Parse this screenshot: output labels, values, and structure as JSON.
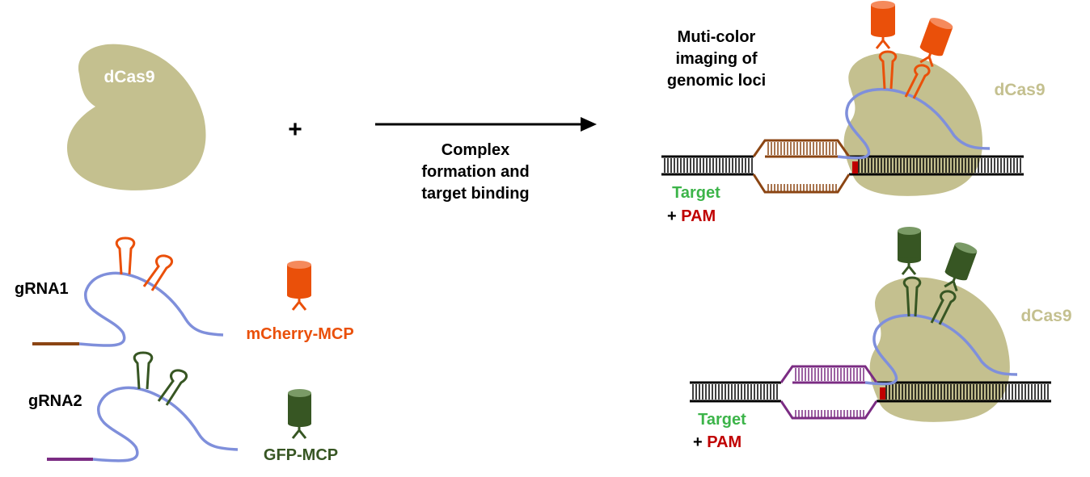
{
  "labels": {
    "dcas9_free": "dCas9",
    "plus_sign": "+",
    "process_line1": "Complex",
    "process_line2": "formation and",
    "process_line3": "target binding",
    "title_line1": "Muti-color",
    "title_line2": "imaging of",
    "title_line3": "genomic loci",
    "dcas9_complex_top": "dCas9",
    "dcas9_complex_bottom": "dCas9",
    "grna1": "gRNA1",
    "grna2": "gRNA2",
    "mcherry_mcp": "mCherry-MCP",
    "gfp_mcp": "GFP-MCP",
    "target_top": "Target",
    "pam_prefix_top": "+ ",
    "pam_top": "PAM",
    "target_bottom": "Target",
    "pam_prefix_bottom": "+ ",
    "pam_bottom": "PAM"
  },
  "colors": {
    "dcas9": "#c4c08f",
    "dcas9_text": "#c4c08f",
    "grna_scaffold": "#7f8fdb",
    "mcherry": "#ea500a",
    "mcherry_top": "#f58a5c",
    "gfp": "#375623",
    "gfp_top": "#7a9a66",
    "spacer_grna1": "#8b4513",
    "spacer_grna2": "#7b2c83",
    "dna": "#000000",
    "target_text": "#3cb449",
    "pam": "#c00000"
  }
}
